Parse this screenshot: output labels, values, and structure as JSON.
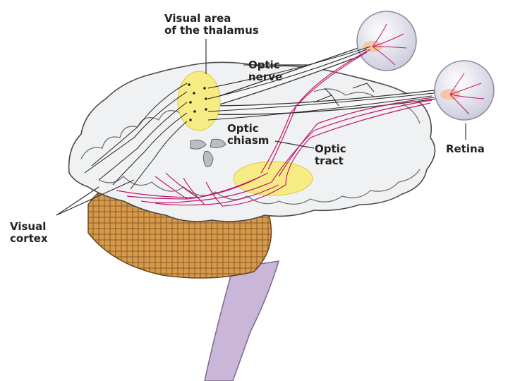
{
  "labels": {
    "thalamus": [
      "Visual area",
      "of the thalamus"
    ],
    "optic_nerve": [
      "Optic",
      "nerve"
    ],
    "optic_chiasm": [
      "Optic",
      "chiasm"
    ],
    "optic_tract": [
      "Optic",
      "tract"
    ],
    "retina": [
      "Retina"
    ],
    "visual_cortex": [
      "Visual",
      "cortex"
    ]
  },
  "colors": {
    "pathway": "#c0186e",
    "thalamus_highlight": "#f7ec84",
    "brain_fill": "#f1f2f3",
    "cerebellum": "#c98a3e",
    "brainstem": "#c7b3d6",
    "eyeball": "#e9e9f4"
  }
}
